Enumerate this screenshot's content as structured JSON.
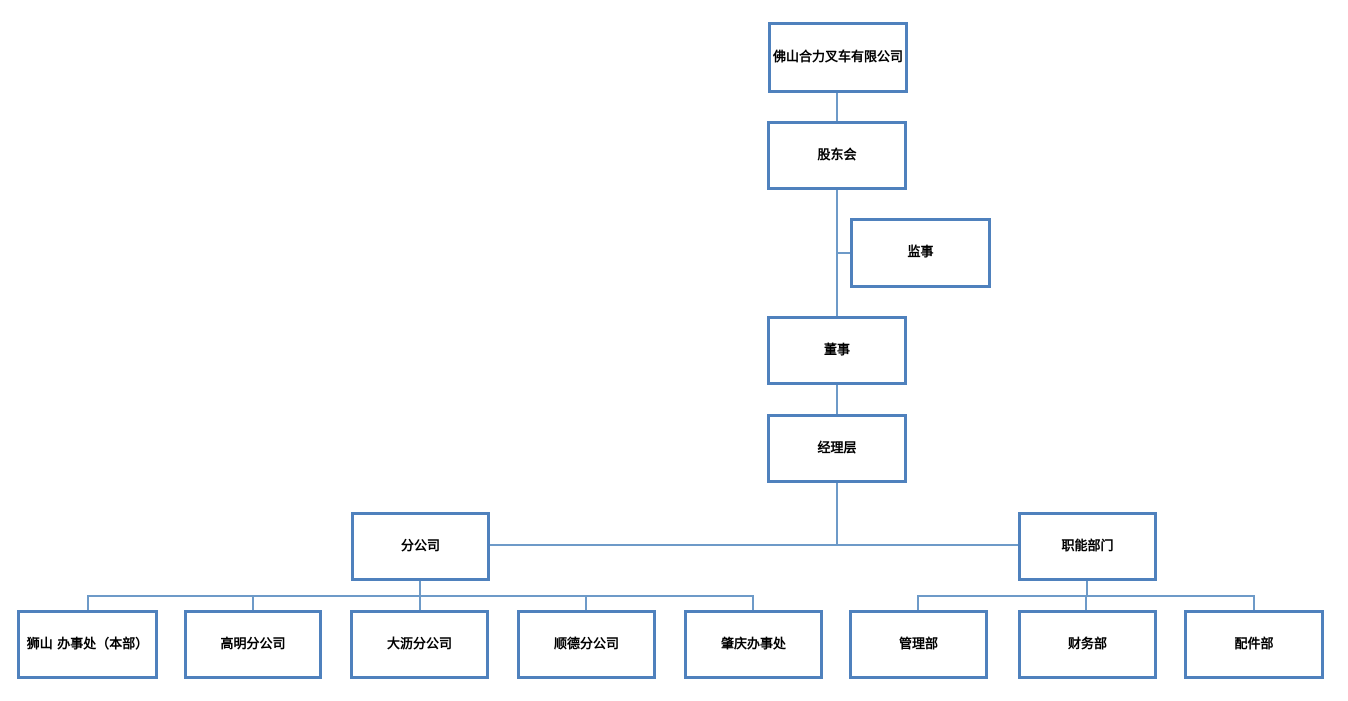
{
  "colors": {
    "box_border": "#4f81bd",
    "connector": "#6d9ac8",
    "text": "#000000",
    "background": "#ffffff"
  },
  "org_chart": {
    "type": "org-chart",
    "nodes": {
      "company": {
        "label": "佛山合力叉车有限公司"
      },
      "shareholders": {
        "label": "股东会"
      },
      "supervisor": {
        "label": "监事"
      },
      "director": {
        "label": "董事"
      },
      "management": {
        "label": "经理层"
      },
      "branch_group": {
        "label": "分公司"
      },
      "functional_group": {
        "label": "职能部门"
      }
    },
    "branch_offices": [
      {
        "label": "狮山 办事处（本部）"
      },
      {
        "label": "高明分公司"
      },
      {
        "label": "大沥分公司"
      },
      {
        "label": "顺德分公司"
      },
      {
        "label": "肇庆办事处"
      }
    ],
    "functional_departments": [
      {
        "label": "管理部"
      },
      {
        "label": "财务部"
      },
      {
        "label": "配件部"
      }
    ],
    "edges": [
      [
        "company",
        "shareholders"
      ],
      [
        "shareholders",
        "supervisor"
      ],
      [
        "shareholders",
        "director"
      ],
      [
        "director",
        "management"
      ],
      [
        "management",
        "branch_group"
      ],
      [
        "management",
        "functional_group"
      ],
      [
        "branch_group",
        "狮山 办事处（本部）"
      ],
      [
        "branch_group",
        "高明分公司"
      ],
      [
        "branch_group",
        "大沥分公司"
      ],
      [
        "branch_group",
        "顺德分公司"
      ],
      [
        "branch_group",
        "肇庆办事处"
      ],
      [
        "functional_group",
        "管理部"
      ],
      [
        "functional_group",
        "财务部"
      ],
      [
        "functional_group",
        "配件部"
      ]
    ]
  }
}
